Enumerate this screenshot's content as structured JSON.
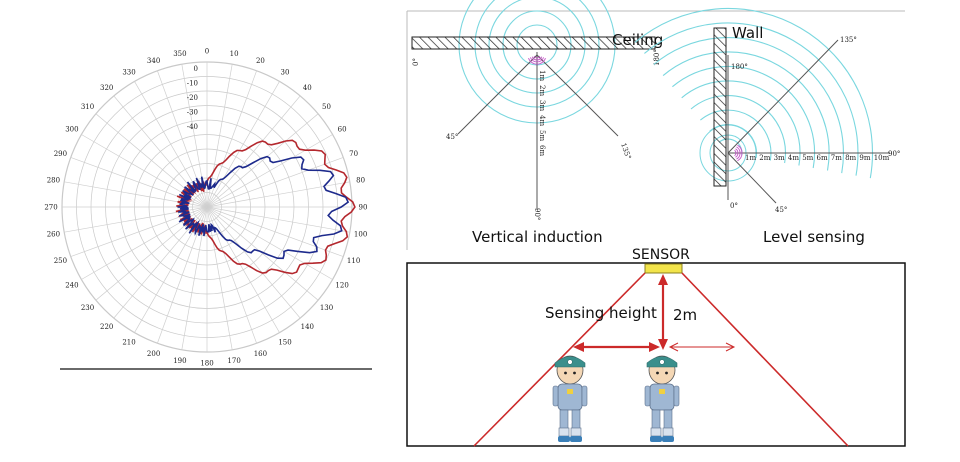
{
  "polar": {
    "angle_labels": [
      "0",
      "10",
      "20",
      "30",
      "40",
      "50",
      "60",
      "70",
      "80",
      "90",
      "100",
      "110",
      "120",
      "130",
      "140",
      "150",
      "160",
      "170",
      "180",
      "190",
      "200",
      "210",
      "220",
      "230",
      "240",
      "250",
      "260",
      "270",
      "280",
      "290",
      "300",
      "310",
      "320",
      "330",
      "340",
      "350"
    ],
    "radial_labels": [
      "0",
      "-10",
      "-20",
      "-30",
      "-40"
    ]
  },
  "vertical": {
    "ceiling_label": "Ceiling",
    "angle_0": "0°",
    "angle_180": "180°",
    "angle_45": "45°",
    "angle_135": "135°",
    "angle_90": "90°",
    "distances": [
      "1m",
      "2m",
      "3m",
      "4m",
      "5m",
      "6m"
    ],
    "caption": "Vertical induction"
  },
  "level": {
    "wall_label": "Wall",
    "angle_180": "180°",
    "angle_135": "135°",
    "angle_90": "90°",
    "angle_0": "0°",
    "angle_45": "45°",
    "distances": [
      "1m",
      "2m",
      "3m",
      "4m",
      "5m",
      "6m",
      "7m",
      "8m",
      "9m",
      "10m"
    ],
    "caption": "Level sensing"
  },
  "install": {
    "sensor_label": "SENSOR",
    "height_label": "Sensing height",
    "height_value": "2m",
    "colors": {
      "beam": "#cc2a2a",
      "sensor": "#f2e44a",
      "waves": "#5fd0dc",
      "wall": "#333333"
    }
  }
}
